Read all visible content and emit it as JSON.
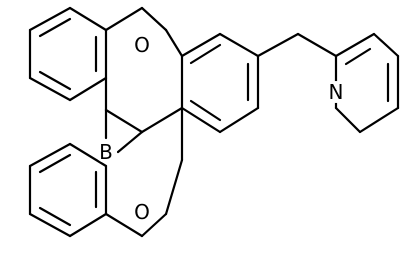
{
  "molecule": {
    "atoms": {
      "o_top": "O",
      "o_bottom": "O",
      "boron": "B",
      "nitrogen": "N"
    },
    "colors": {
      "bond": "#000000",
      "background": "#ffffff",
      "label": "#000000"
    }
  }
}
